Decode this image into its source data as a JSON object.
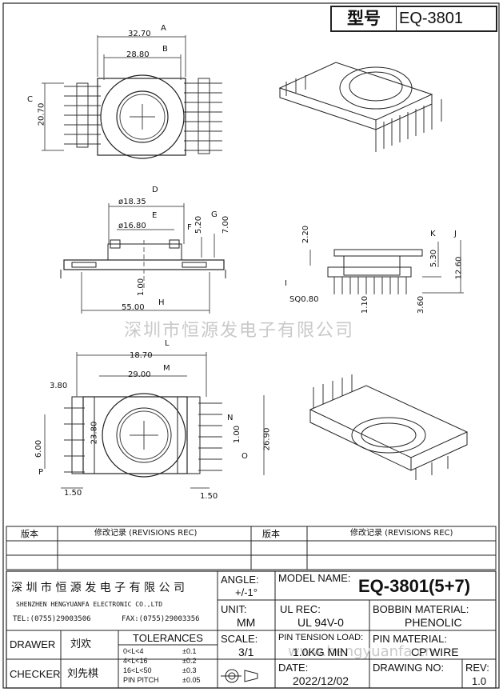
{
  "header": {
    "type_label": "型号",
    "model": "EQ-3801"
  },
  "watermark_cn": "深圳市恒源发电子有限公司",
  "watermark_url": "www.hengyuanfa.cn",
  "dims": {
    "a_val": "32.70",
    "a_tag": "A",
    "b_val": "28.80",
    "b_tag": "B",
    "c_val": "20.70",
    "c_tag": "C",
    "d_val": "ø18.35",
    "d_tag": "D",
    "e_val": "ø16.80",
    "e_tag": "E",
    "f_val": "5.20",
    "f_tag": "F",
    "g_val": "7.00",
    "g_tag": "G",
    "h_val": "55.00",
    "h_tag": "H",
    "i_val": "SQ0.80",
    "i_tag": "I",
    "j_val": "12.60",
    "j_tag": "J",
    "k_val": "5.30",
    "k_tag": "K",
    "l_val": "18.70",
    "l_tag": "L",
    "m_val": "29.00",
    "m_tag": "M",
    "n_val": "1.00",
    "n_tag": "N",
    "o_val": "26.90",
    "o_tag": "O",
    "p_val": "6.00",
    "p_tag": "P",
    "side_top": "2.20",
    "side_pin": "1.10",
    "side_stand": "3.60",
    "front_h": "1.00",
    "bot_w": "3.80",
    "bot_inner": "23.80",
    "bot_left": "1.50",
    "bot_right": "1.50"
  },
  "revisions": {
    "col1": "版本",
    "col2": "修改记录 (REVISIONS REC)",
    "col3": "版本",
    "col4": "修改记录 (REVISIONS REC)"
  },
  "titleblock": {
    "company_cn": "深 圳 市 恒 源 发 电 子 有 限 公 司",
    "company_en": "SHENZHEN HENGYUANFA ELECTRONIC CO.,LTD",
    "tel": "TEL:(0755)29003506",
    "fax": "FAX:(0755)29003356",
    "angle_label": "ANGLE:",
    "angle_value": "+/-1°",
    "model_label": "MODEL NAME:",
    "model_value": "EQ-3801(5+7)",
    "unit_label": "UNIT:",
    "unit_value": "MM",
    "ulrec_label": "UL REC:",
    "ulrec_value": "UL 94V-0",
    "bobbin_label": "BOBBIN MATERIAL:",
    "bobbin_value": "PHENOLIC",
    "drawer_label": "DRAWER",
    "drawer_value": "刘欢",
    "checker_label": "CHECKER",
    "checker_value": "刘先棋",
    "tol_label": "TOLERANCES",
    "tol_rows": [
      {
        "range": "0<L<4",
        "tol": "±0.1"
      },
      {
        "range": "4<L<16",
        "tol": "±0.2"
      },
      {
        "range": "16<L<50",
        "tol": "±0.3"
      },
      {
        "range": "PIN PITCH",
        "tol": "±0.05"
      }
    ],
    "scale_label": "SCALE:",
    "scale_value": "3/1",
    "tension_label": "PIN TENSION LOAD:",
    "tension_value": "1.0KG MIN",
    "pinmat_label": "PIN MATERIAL:",
    "pinmat_value": "CP WIRE",
    "date_label": "DATE:",
    "date_value": "2022/12/02",
    "drawingno_label": "DRAWING NO:",
    "rev_label": "REV:",
    "rev_value": "1.0"
  }
}
